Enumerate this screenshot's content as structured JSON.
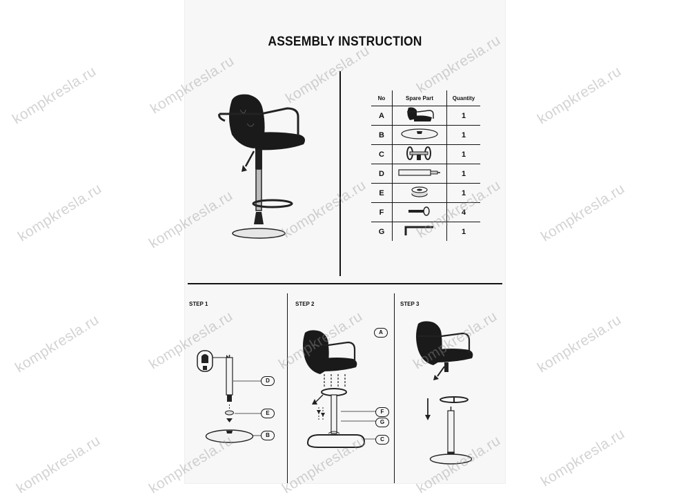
{
  "document": {
    "title": "ASSEMBLY INSTRUCTION"
  },
  "parts_table": {
    "headers": {
      "no": "No",
      "part": "Spare Part",
      "qty": "Quantity"
    },
    "rows": [
      {
        "no": "A",
        "part_icon": "seat-icon",
        "qty": "1"
      },
      {
        "no": "B",
        "part_icon": "base-disc-icon",
        "qty": "1"
      },
      {
        "no": "C",
        "part_icon": "footrest-icon",
        "qty": "1"
      },
      {
        "no": "D",
        "part_icon": "gas-lift-icon",
        "qty": "1"
      },
      {
        "no": "E",
        "part_icon": "cover-ring-icon",
        "qty": "1"
      },
      {
        "no": "F",
        "part_icon": "screw-icon",
        "qty": "4"
      },
      {
        "no": "G",
        "part_icon": "allen-key-icon",
        "qty": "1"
      }
    ]
  },
  "steps": [
    {
      "label": "STEP 1",
      "callouts": [
        "D",
        "E",
        "B"
      ]
    },
    {
      "label": "STEP 2",
      "callouts": [
        "A",
        "F",
        "G",
        "C"
      ]
    },
    {
      "label": "STEP 3"
    }
  ],
  "watermark": "kompkresla.ru"
}
